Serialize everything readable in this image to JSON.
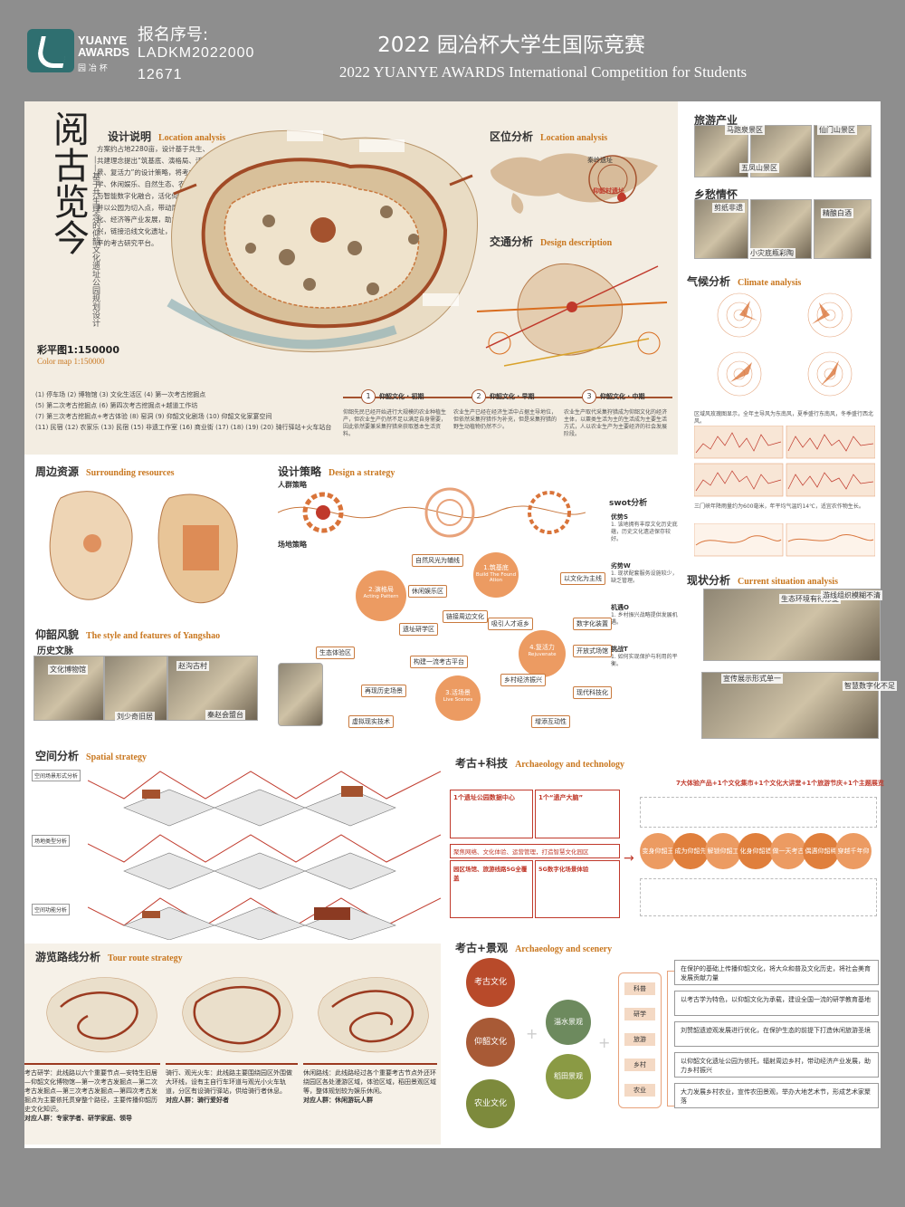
{
  "header": {
    "logo_text_1": "YUANYE",
    "logo_text_2": "AWARDS",
    "logo_sub": "园 冶 杯",
    "reg_label": "报名序号:",
    "reg_number_1": "LADKM2022000",
    "reg_number_2": "12671",
    "title_cn": "2022 园冶杯大学生国际竞赛",
    "title_en": "2022 YUANYE AWARDS International Competition for  Students"
  },
  "colors": {
    "accent": "#c9771f",
    "orange": "#ec9b62",
    "brown": "#9b4a2c",
    "red": "#c0392b",
    "band": "#8e8e8e"
  },
  "project": {
    "title_vertical": "阅古览今",
    "subtitle_vertical": "——基于共生理念的仰韶文化遗址公园规划设计"
  },
  "design": {
    "cn": "设计说明",
    "en": "Location analysis",
    "text": "方案约占地2280亩，设计基于共生、共建理念提出“筑基底、演格局、活场景、复活力”的设计策略，将考古研学、休闲娱乐、自然生态、农田景观与智能数字化融合，活化仰韶文化，并以公园为切入点，带动周边乡村文化、经济等产业发展，助力乡村振兴，链接沿线文化遗址，打造国际水平的考古研究平台。"
  },
  "plan": {
    "map_title": "彩平图1:150000",
    "map_en": "Color map 1:150000",
    "legend": [
      "(1) 停车场 (2) 博物馆 (3) 文化生活区 (4) 第一次考古挖掘点",
      "(5) 第二次考古挖掘点 (6) 第四次考古挖掘点+越道工作坊",
      "(7) 第三次考古挖掘点+考古体验 (8) 窑洞 (9) 仰韶文化剧场 (10) 仰韶文化家宴空间",
      "(11) 民宿 (12) 农家乐 (13) 民宿 (15) 非遗工作室 (16) 商业街 (17) (18) (19) (20) 骑行驿站+火车站台"
    ]
  },
  "location": {
    "cn": "区位分析",
    "en": "Location analysis",
    "labels": [
      "秦岭遗址",
      "仰韶村遗址"
    ]
  },
  "traffic": {
    "cn": "交通分析",
    "en": "Design description"
  },
  "timeline": [
    {
      "num": "1",
      "label": "仰韶文化 · 初期",
      "text": "仰韶先民已经开始进行大规模的农业种植生产，但农业生产仍然不足以满足自身需要，因此依然要兼采集狩猎来获取基本生活资料。"
    },
    {
      "num": "2",
      "label": "仰韶文化 · 早期",
      "text": "农业生产已经在经济生活中占据主导地位，但依然采集狩猎作为补充，但是采集狩猎的野生动植物仍然不少。"
    },
    {
      "num": "3",
      "label": "仰韶文化 · 中期",
      "text": "农业生产取代采集狩猎成为仰韶文化的经济主体，以粟类生活为主的生活成为主要生活方式，人以农业生产为主要经济的社会发展阶段。"
    }
  ],
  "tourism": {
    "cn": "旅游产业",
    "captions": [
      "马跑泉景区",
      "仙门山景区",
      "五凤山景区"
    ]
  },
  "culture": {
    "cn": "乡愁情怀",
    "captions": [
      "剪纸非遗",
      "精酿白酒",
      "小灾底瓶彩陶"
    ]
  },
  "climate": {
    "cn": "气候分析",
    "en": "Climate analysis",
    "note1": "区域风玫瑰图显示，全年主导风为东南风，夏季盛行东南风，冬季盛行西北风。",
    "note2": "三门峡年降雨量约为600毫米，年平均气温约14℃，适宜农作物生长。"
  },
  "current": {
    "cn": "现状分析",
    "en": "Current situation analysis",
    "labels": [
      "生态环境有待修复",
      "游线组织模糊不清",
      "宣传展示形式单一",
      "智慧数字化不足"
    ]
  },
  "resources": {
    "cn": "周边资源",
    "en": "Surrounding resources"
  },
  "yangshao": {
    "cn": "仰韶风貌",
    "en": "The style and features of Yangshao",
    "sub": "历史文脉",
    "captions": [
      "文化博物馆",
      "赵沟古村",
      "刘少奇旧居",
      "秦赵会盟台"
    ]
  },
  "strategy": {
    "cn": "设计策略",
    "en": "Design a strategy",
    "crowd": "人群策略",
    "site": "场地策略",
    "swot": "swot分析",
    "swot_labels": [
      "优势S",
      "劣势W",
      "机遇O",
      "挑战T"
    ],
    "swot_texts": [
      "1. 该地拥有丰厚文化历史底蕴，历史文化遗迹保存较好。",
      "1. 现状配套服务设施较少，缺乏管理。",
      "1. 乡村振兴战略提供发展机遇。",
      "1. 如何实现保护与利用的平衡。"
    ],
    "hubs": [
      {
        "cn": "1.筑基底",
        "en": "Build The Found Ation"
      },
      {
        "cn": "2.演格局",
        "en": "Acting Pattern"
      },
      {
        "cn": "3.活场景",
        "en": "Live Scenes"
      },
      {
        "cn": "4.复活力",
        "en": "Rejuvenate"
      }
    ],
    "chips": [
      "自然风光为辅线",
      "以文化为主线",
      "休闲娱乐区",
      "链接周边文化",
      "遗址研学区",
      "吸引人才返乡",
      "数字化装置",
      "生态体验区",
      "构建一流考古平台",
      "开放式场馆",
      "再现历史场景",
      "乡村经济振兴",
      "现代科技化",
      "虚拟现实技术",
      "增添互动性"
    ]
  },
  "spatial": {
    "cn": "空间分析",
    "en": "Spatial strategy",
    "rows": [
      "空间场景形式分析",
      "场地类型分析",
      "空间功能分析"
    ]
  },
  "tour": {
    "cn": "游览路线分析",
    "en": "Tour route strategy",
    "items": [
      {
        "text": "考古研学：此线路以六个重要节点—安特生旧居—仰韶文化博物馆—第一次考古发掘点—第二次考古发掘点—第三次考古发掘点—第四次考古发掘点为主要依托贯穿整个路径，主要传播仰韶历史文化知识。",
        "target": "对应人群：专家学者、研学家庭、领导"
      },
      {
        "text": "骑行、观光火车：此线路主要围绕园区外围做大环线，设有主自行车环道与观光小火车轨道，分区有设骑行驿站，供给骑行者休息。",
        "target": "对应人群：骑行爱好者"
      },
      {
        "text": "休闲路线：此线路经过各个重要考古节点外还环绕园区各处漫游区域，体验区域，稻田景观区域等，整体规划较为娱乐休闲。",
        "target": "对应人群：休闲游玩人群"
      }
    ]
  },
  "archtech": {
    "cn": "考古+科技",
    "en": "Archaeology and technology",
    "top": "7大体验产品+1个文化集市+1个文化大讲堂+1个旅游节庆+1个主题展览",
    "box1_title": "1个遗址公园数据中心",
    "box2_title": "1个“遗产大脑”",
    "mid": "聚焦网络、文化体验、运营管理，打造智慧文化园区",
    "box3_title": "园区场馆、旅游线路5G全覆盖",
    "box4_title": "5G数字化场景体验",
    "chain": [
      "变身仰韶王",
      "成为仰韶先民",
      "解锁仰韶工匠",
      "化身仰韶猎人",
      "做一天考古家",
      "偶遇仰韶稀花赛",
      "穿越千年仰韶"
    ]
  },
  "archscene": {
    "cn": "考古+景观",
    "en": "Archaeology and scenery",
    "circles": [
      "考古文化",
      "仰韶文化",
      "农业文化",
      "淄水景观",
      "稻田景观"
    ],
    "tags": [
      "科普",
      "研学",
      "旅游",
      "乡村",
      "农业"
    ],
    "rows": [
      "在保护的基础上传播仰韶文化，将大众和普及文化历史，将社会美育发展贡献力量",
      "以考古学为特色，以仰韶文化为承载，建设全国一流的研学教育基地",
      "刘赞韶遗迹观发展进行优化，在保护生态的前提下打造休闲旅游圣境",
      "以仰韶文化遗址公园为依托，辐射周边乡村，带动经济产业发展，助力乡村振兴",
      "大力发展乡村农业，宣传农田景观，举办大地艺术节，形成艺术家聚落"
    ]
  }
}
